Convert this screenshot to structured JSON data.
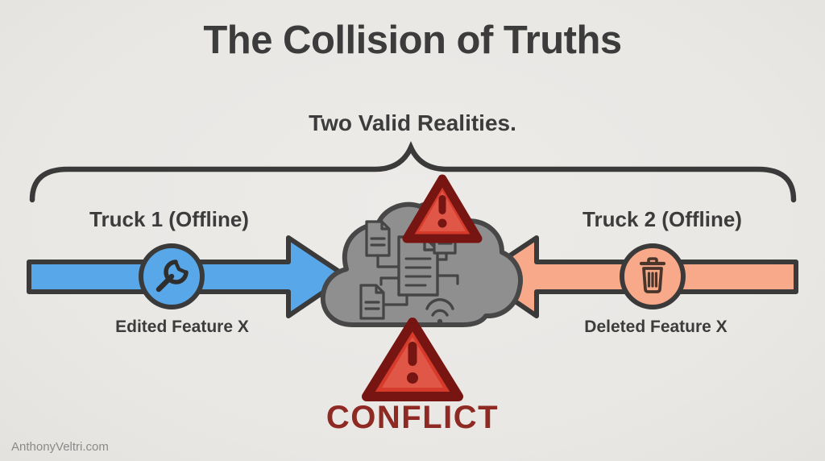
{
  "title": "The Collision of Truths",
  "subtitle": "Two Valid Realities.",
  "conflict_label": "CONFLICT",
  "watermark": "AnthonyVeltri.com",
  "left": {
    "truck_label": "Truck 1 (Offline)",
    "action_label": "Edited Feature X",
    "icon": "wrench-icon",
    "arrow_direction": "right"
  },
  "right": {
    "truck_label": "Truck 2 (Offline)",
    "action_label": "Deleted Feature X",
    "icon": "trash-icon",
    "arrow_direction": "left"
  },
  "center": {
    "icon": "cloud-sync-icon",
    "warning_icon": "warning-triangle-icon"
  },
  "colors": {
    "background": "#EAE8E5",
    "text_dark": "#3C3C3C",
    "outline": "#3A3A3A",
    "blue": "#58A7E8",
    "salmon": "#F7A98A",
    "cloud_gray": "#8F8F8F",
    "cloud_outline": "#474747",
    "warning_red": "#D53A2B",
    "warning_inner": "#E25C4C",
    "warning_border": "#771512",
    "conflict_text": "#8E2A23",
    "watermark_gray": "#8A8A8A"
  }
}
